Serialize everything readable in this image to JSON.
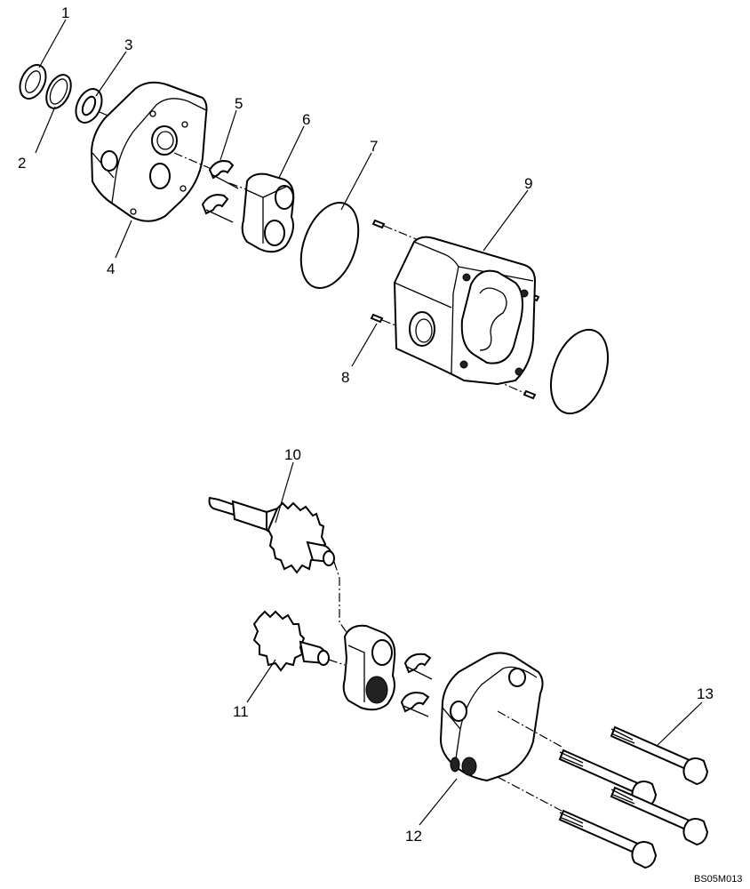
{
  "diagram": {
    "callouts": [
      {
        "id": "1",
        "text": "1"
      },
      {
        "id": "2",
        "text": "2"
      },
      {
        "id": "3",
        "text": "3"
      },
      {
        "id": "4",
        "text": "4"
      },
      {
        "id": "5",
        "text": "5"
      },
      {
        "id": "6",
        "text": "6"
      },
      {
        "id": "7",
        "text": "7"
      },
      {
        "id": "8",
        "text": "8"
      },
      {
        "id": "9",
        "text": "9"
      },
      {
        "id": "10",
        "text": "10"
      },
      {
        "id": "11",
        "text": "11"
      },
      {
        "id": "12",
        "text": "12"
      },
      {
        "id": "13",
        "text": "13"
      }
    ],
    "drawing_code": "BS05M013"
  }
}
